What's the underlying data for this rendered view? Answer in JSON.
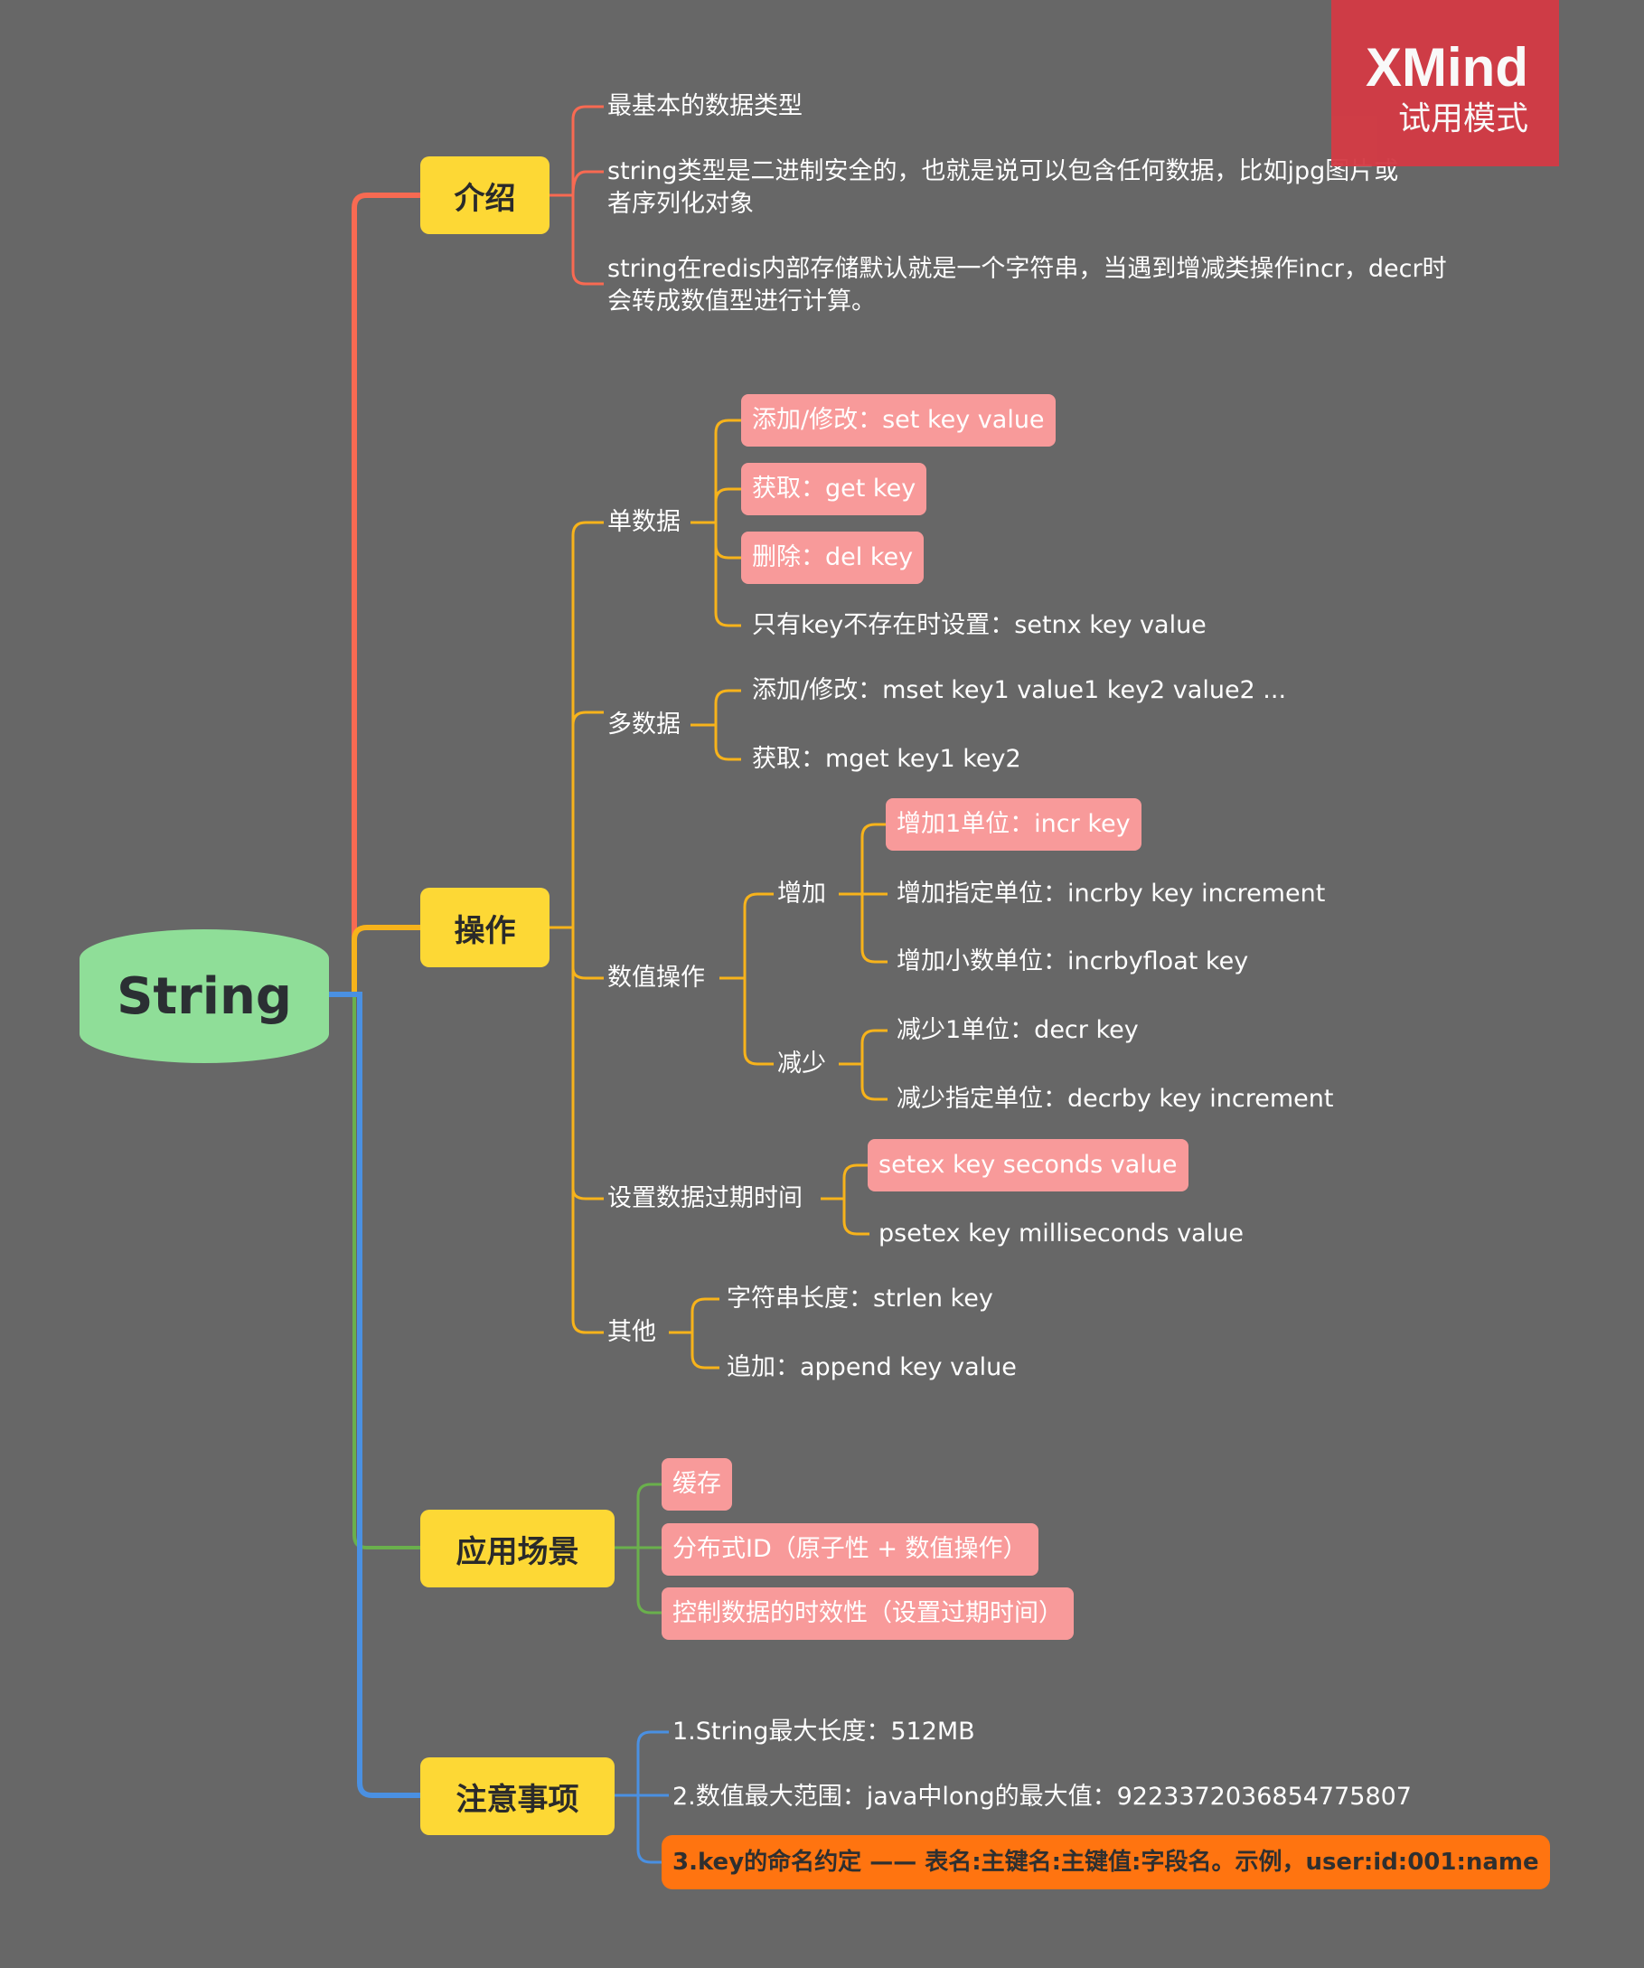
{
  "watermark": {
    "title": "XMind",
    "subtitle": "试用模式"
  },
  "root": {
    "label": "String"
  },
  "intro": {
    "label": "介绍",
    "items": [
      "最基本的数据类型",
      "string类型是二进制安全的，也就是说可以包含任何数据，比如jpg图片或",
      "者序列化对象",
      "string在redis内部存储默认就是一个字符串，当遇到增减类操作incr，decr时",
      "会转成数值型进行计算。"
    ]
  },
  "ops": {
    "label": "操作",
    "single": {
      "label": "单数据",
      "items": [
        "添加/修改：set key value",
        "获取：get key",
        "删除：del key",
        "只有key不存在时设置：setnx key value"
      ]
    },
    "multi": {
      "label": "多数据",
      "items": [
        "添加/修改：mset key1 value1 key2 value2 ...",
        "获取：mget key1 key2"
      ]
    },
    "numeric": {
      "label": "数值操作",
      "inc": {
        "label": "增加",
        "items": [
          "增加1单位：incr key",
          "增加指定单位：incrby key increment",
          "增加小数单位：incrbyfloat key"
        ]
      },
      "dec": {
        "label": "减少",
        "items": [
          "减少1单位：decr key",
          "减少指定单位：decrby key increment"
        ]
      }
    },
    "expire": {
      "label": "设置数据过期时间",
      "items": [
        "setex key seconds value",
        "psetex key milliseconds value"
      ]
    },
    "other": {
      "label": "其他",
      "items": [
        "字符串长度：strlen key",
        "追加：append key value"
      ]
    }
  },
  "usage": {
    "label": "应用场景",
    "items": [
      "缓存",
      "分布式ID（原子性 + 数值操作）",
      "控制数据的时效性（设置过期时间）"
    ]
  },
  "notes": {
    "label": "注意事项",
    "items": [
      "1.String最大长度：512MB",
      "2.数值最大范围：java中long的最大值：9223372036854775807",
      "3.key的命名约定 —— 表名:主键名:主键值:字段名。示例，user:id:001:name"
    ]
  },
  "colors": {
    "background": "#676767",
    "root": "#8fde98",
    "branch": "#fdd835",
    "highlight": "#f89a9a",
    "warning": "#ff7410",
    "line_intro": "#f86a52",
    "line_ops": "#f7b31b",
    "line_usage": "#6ab04c",
    "line_notes": "#4a90e2",
    "watermark": "#d33b45"
  }
}
